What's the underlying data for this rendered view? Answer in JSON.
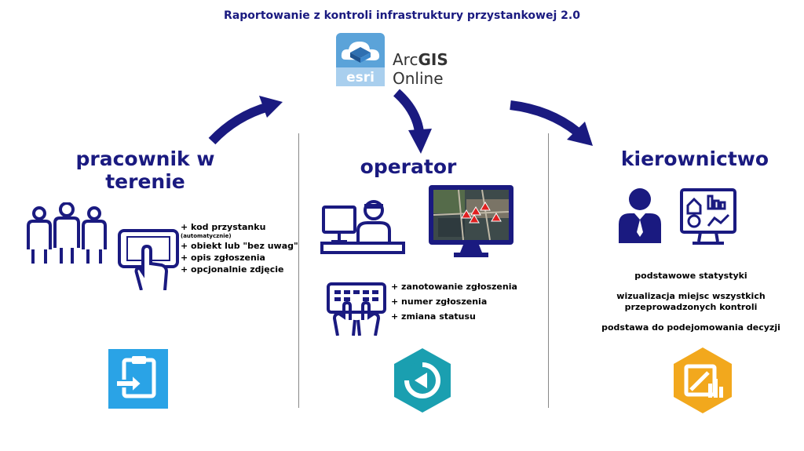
{
  "title": "Raportowanie z kontroli infrastruktury przystankowej 2.0",
  "logo": {
    "badge_text": "esri",
    "name_prefix": "Arc",
    "name_bold": "GIS",
    "name_suffix": " Online"
  },
  "columns": {
    "field": {
      "heading_line1": "pracownik w",
      "heading_line2": "terenie",
      "items": [
        "+ kod przystanku",
        "(automatycznie)",
        "+ obiekt lub \"bez uwag\"",
        "+ opis zgłoszenia",
        "+ opcjonalnie zdjęcie"
      ],
      "app_icon": "survey123-icon"
    },
    "operator": {
      "heading": "operator",
      "items": [
        "+ zanotowanie zgłoszenia",
        "+ numer zgłoszenia",
        "+ zmiana statusu"
      ],
      "app_icon": "workforce-icon"
    },
    "management": {
      "heading": "kierownictwo",
      "items": [
        "podstawowe statystyki",
        "wizualizacja miejsc wszystkich",
        "przeprowadzonych kontroli",
        "podstawa do podejomowania decyzji"
      ],
      "app_icon": "dashboards-icon"
    }
  },
  "colors": {
    "navy": "#1a1a80",
    "esri_blue": "#5ba3d9",
    "survey_blue": "#2aa3e6",
    "workforce_teal": "#1a9fb0",
    "dashboard_orange": "#f2a81d"
  }
}
